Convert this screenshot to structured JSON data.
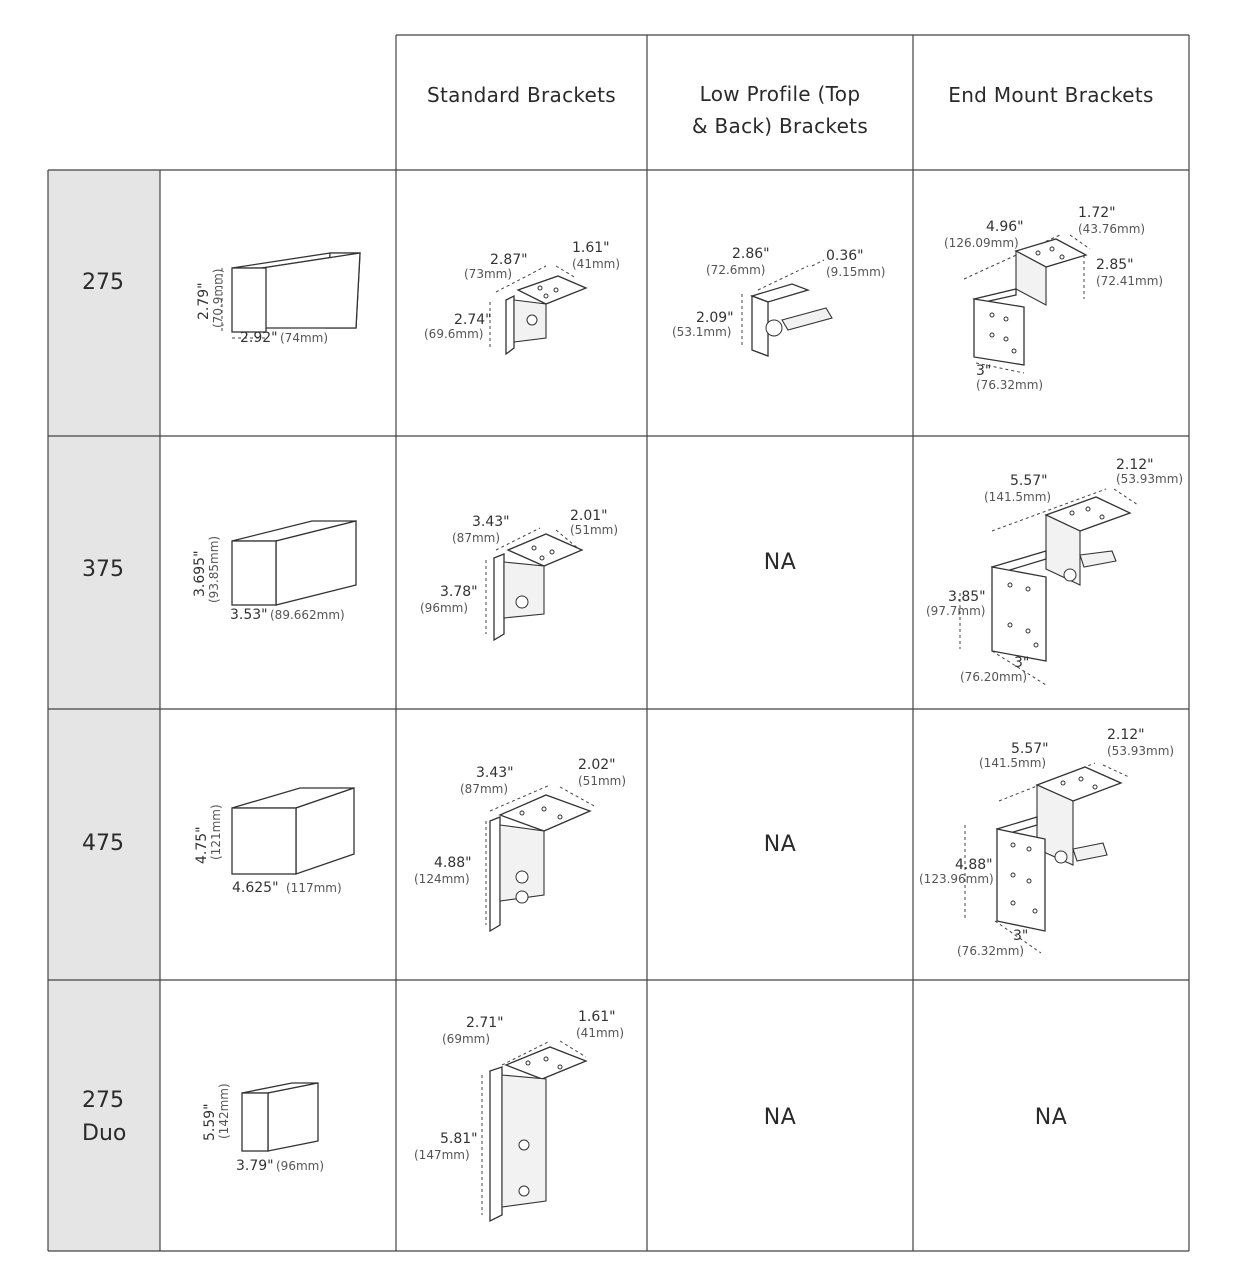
{
  "headers": {
    "standard": "Standard Brackets",
    "low_profile_line1": "Low Profile (Top",
    "low_profile_line2": "& Back) Brackets",
    "end_mount": "End Mount Brackets"
  },
  "rows": [
    {
      "label_line1": "275",
      "label_line2": "",
      "profile": {
        "h_in": "2.79\"",
        "h_mm": "(70.9mm)",
        "w_in": "2.92\"",
        "w_mm": "(74mm)"
      },
      "standard": {
        "a_in": "2.87\"",
        "a_mm": "(73mm)",
        "b_in": "1.61\"",
        "b_mm": "(41mm)",
        "c_in": "2.74\"",
        "c_mm": "(69.6mm)"
      },
      "low_profile": {
        "a_in": "2.86\"",
        "a_mm": "(72.6mm)",
        "b_in": "0.36\"",
        "b_mm": "(9.15mm)",
        "c_in": "2.09\"",
        "c_mm": "(53.1mm)"
      },
      "end_mount": {
        "a_in": "4.96\"",
        "a_mm": "(126.09mm)",
        "b_in": "1.72\"",
        "b_mm": "(43.76mm)",
        "c_in": "2.85\"",
        "c_mm": "(72.41mm)",
        "d_in": "3\"",
        "d_mm": "(76.32mm)"
      }
    },
    {
      "label_line1": "375",
      "label_line2": "",
      "profile": {
        "h_in": "3.695\"",
        "h_mm": "(93.85mm)",
        "w_in": "3.53\"",
        "w_mm": "(89.662mm)"
      },
      "standard": {
        "a_in": "3.43\"",
        "a_mm": "(87mm)",
        "b_in": "2.01\"",
        "b_mm": "(51mm)",
        "c_in": "3.78\"",
        "c_mm": "(96mm)"
      },
      "low_profile_na": "NA",
      "end_mount": {
        "a_in": "5.57\"",
        "a_mm": "(141.5mm)",
        "b_in": "2.12\"",
        "b_mm": "(53.93mm)",
        "c_in": "3.85\"",
        "c_mm": "(97.7mm)",
        "d_in": "3\"",
        "d_mm": "(76.20mm)"
      }
    },
    {
      "label_line1": "475",
      "label_line2": "",
      "profile": {
        "h_in": "4.75\"",
        "h_mm": "(121mm)",
        "w_in": "4.625\"",
        "w_mm": "(117mm)"
      },
      "standard": {
        "a_in": "3.43\"",
        "a_mm": "(87mm)",
        "b_in": "2.02\"",
        "b_mm": "(51mm)",
        "c_in": "4.88\"",
        "c_mm": "(124mm)"
      },
      "low_profile_na": "NA",
      "end_mount": {
        "a_in": "5.57\"",
        "a_mm": "(141.5mm)",
        "b_in": "2.12\"",
        "b_mm": "(53.93mm)",
        "c_in": "4.88\"",
        "c_mm": "(123.96mm)",
        "d_in": "3\"",
        "d_mm": "(76.32mm)"
      }
    },
    {
      "label_line1": "275",
      "label_line2": "Duo",
      "profile": {
        "h_in": "5.59\"",
        "h_mm": "(142mm)",
        "w_in": "3.79\"",
        "w_mm": "(96mm)"
      },
      "standard": {
        "a_in": "2.71\"",
        "a_mm": "(69mm)",
        "b_in": "1.61\"",
        "b_mm": "(41mm)",
        "c_in": "5.81\"",
        "c_mm": "(147mm)"
      },
      "low_profile_na": "NA",
      "end_mount_na": "NA"
    }
  ]
}
